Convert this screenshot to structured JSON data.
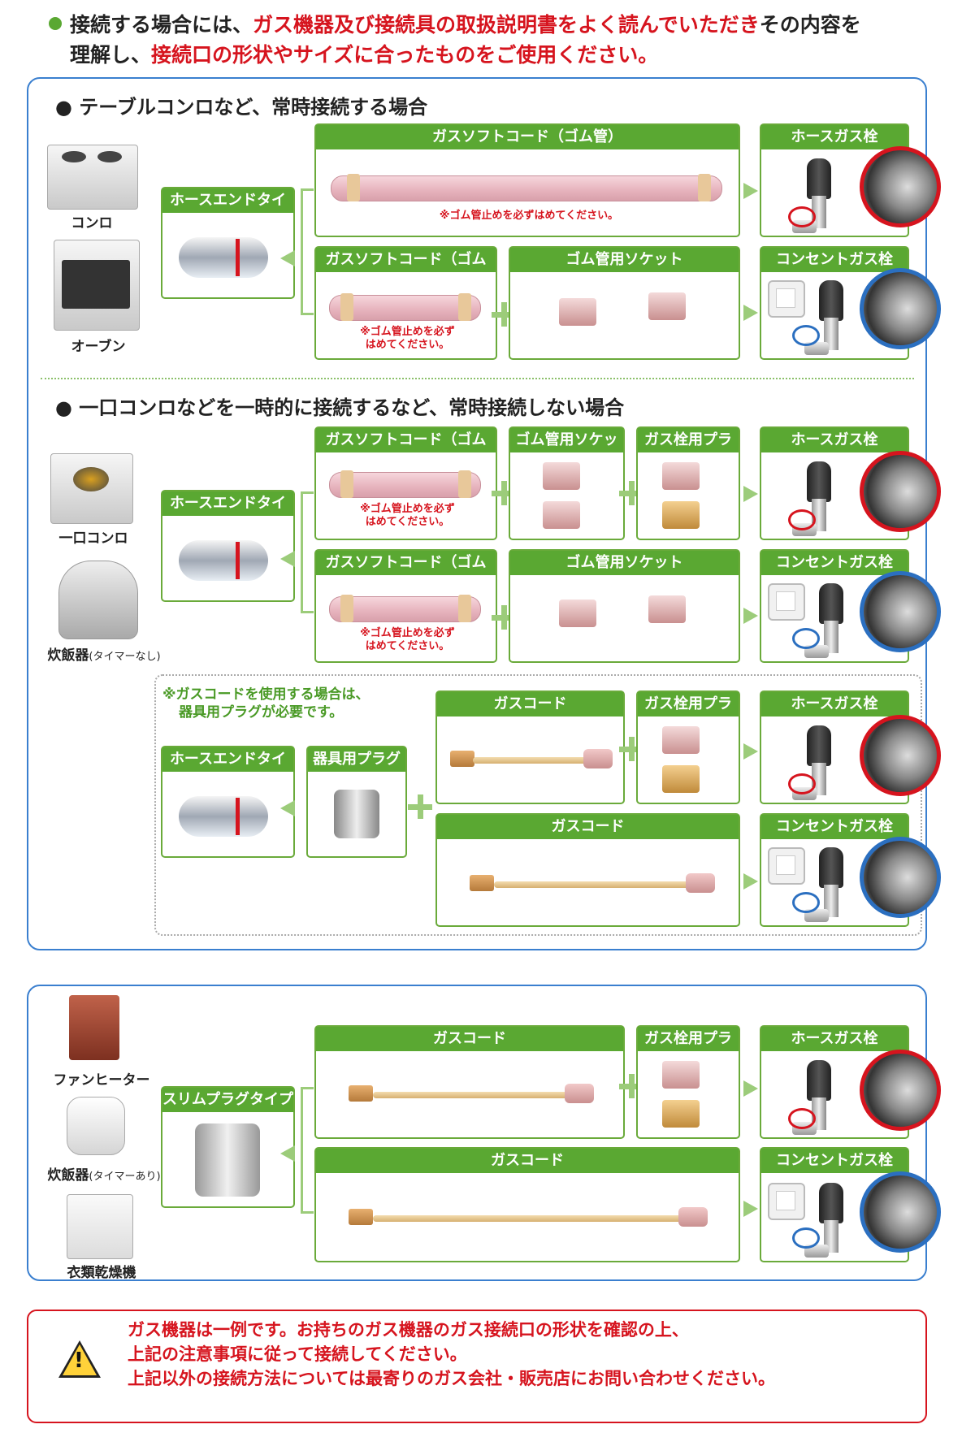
{
  "intro": {
    "p1": "接続する場合には、",
    "p2": "ガス機器及び接続具の取扱説明書をよく読んでいただき",
    "p3": "その内容を",
    "p4": "理解し、",
    "p5": "接続口の形状やサイズに合ったものをご使用ください。"
  },
  "section1": {
    "title": "● テーブルコンロなど、常時接続する場合",
    "devices": [
      "コンロ",
      "オーブン"
    ],
    "type_label": "ホースエンドタイプ",
    "row1": {
      "hose": "ガスソフトコード（ゴム管）",
      "note": "※ゴム管止めを必ずはめてください。",
      "valve": "ホースガス栓"
    },
    "row2": {
      "hose": "ガスソフトコード（ゴム管）",
      "note1": "※ゴム管止めを必ず",
      "note2": "はめてください。",
      "socket": "ゴム管用ソケット",
      "valve": "コンセントガス栓"
    }
  },
  "section2": {
    "title": "● 一口コンロなどを一時的に接続するなど、常時接続しない場合",
    "devices": [
      "一口コンロ",
      "炊飯器",
      "(タイマーなし)"
    ],
    "type_label": "ホースエンドタイプ",
    "row1": {
      "hose": "ガスソフトコード（ゴム管）",
      "note1": "※ゴム管止めを必ず",
      "note2": "はめてください。",
      "socket": "ゴム管用ソケット",
      "plug": "ガス栓用プラグ",
      "valve": "ホースガス栓"
    },
    "row2": {
      "hose": "ガスソフトコード（ゴム管）",
      "note1": "※ゴム管止めを必ず",
      "note2": "はめてください。",
      "socket": "ゴム管用ソケット",
      "valve": "コンセントガス栓"
    },
    "sub_note1": "※ガスコードを使用する場合は、",
    "sub_note2": "器具用プラグが必要です。",
    "sub_type": "ホースエンドタイプ",
    "sub_plug": "器具用プラグ",
    "row3": {
      "cord": "ガスコード",
      "plug": "ガス栓用プラグ",
      "valve": "ホースガス栓"
    },
    "row4": {
      "cord": "ガスコード",
      "valve": "コンセントガス栓"
    }
  },
  "section3": {
    "devices": [
      "ファンヒーター",
      "炊飯器",
      "(タイマーあり)",
      "衣類乾燥機"
    ],
    "type_label": "スリムプラグタイプ",
    "row1": {
      "cord": "ガスコード",
      "plug": "ガス栓用プラグ",
      "valve": "ホースガス栓"
    },
    "row2": {
      "cord": "ガスコード",
      "valve": "コンセントガス栓"
    }
  },
  "warning": {
    "line1": "ガス機器は一例です。お持ちのガス機器のガス接続口の形状を確認の上、",
    "line2": "上記の注意事項に従って接続してください。",
    "line3": "上記以外の接続方法については最寄りのガス会社・販売店にお問い合わせください。"
  },
  "colors": {
    "green": "#5aa832",
    "red": "#d6141e",
    "blue": "#2b6fc0"
  }
}
